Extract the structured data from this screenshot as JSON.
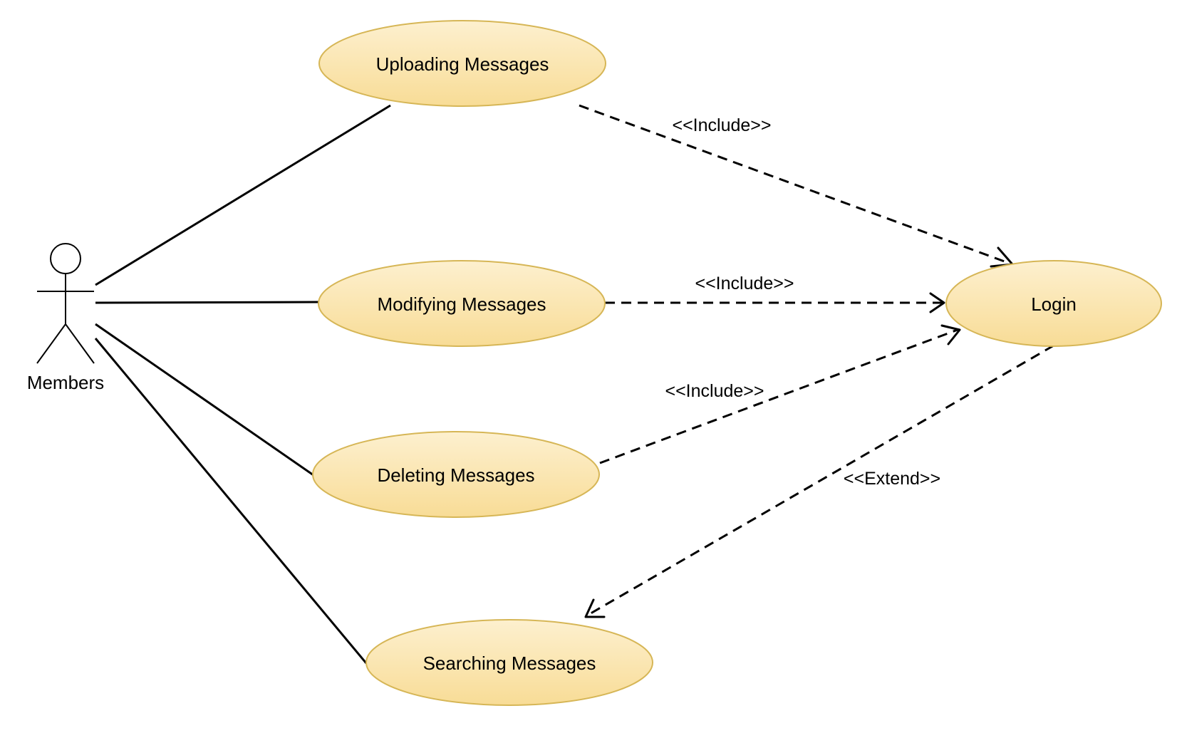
{
  "actor": {
    "label": "Members"
  },
  "use_cases": {
    "uploading": "Uploading Messages",
    "modifying": "Modifying Messages",
    "deleting": "Deleting Messages",
    "searching": "Searching Messages",
    "login": "Login"
  },
  "relationships": {
    "include_upload": "<<Include>>",
    "include_modify": "<<Include>>",
    "include_delete": "<<Include>>",
    "extend_search": "<<Extend>>"
  },
  "colors": {
    "usecase_fill_top": "#fff2cc",
    "usecase_fill_bottom": "#f9d98f",
    "usecase_stroke": "#d6b656",
    "line": "#000000"
  }
}
